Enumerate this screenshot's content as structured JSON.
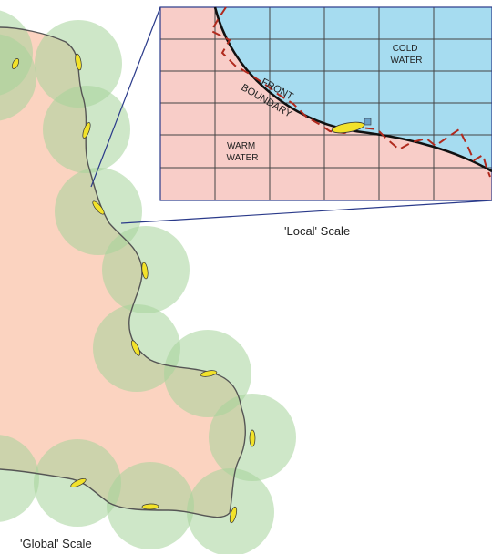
{
  "labels": {
    "local_scale": "'Local' Scale",
    "global_scale": "'Global' Scale",
    "cold_water_line1": "COLD",
    "cold_water_line2": "WATER",
    "warm_water_line1": "WARM",
    "warm_water_line2": "WATER",
    "front": "FRONT",
    "boundary": "BOUNDARY"
  },
  "colors": {
    "warm_region": "#fbd3c0",
    "cold_water": "#a6dcf0",
    "warm_water": "#f8cdc8",
    "coverage_circle": "#a6d39a",
    "vehicle": "#f2e22a",
    "vehicle_track": "#b02a1e",
    "connector_lines": "#2a3a8a"
  },
  "icons": {
    "vehicle": "underwater-glider-icon",
    "circle": "sensing-radius-icon"
  }
}
